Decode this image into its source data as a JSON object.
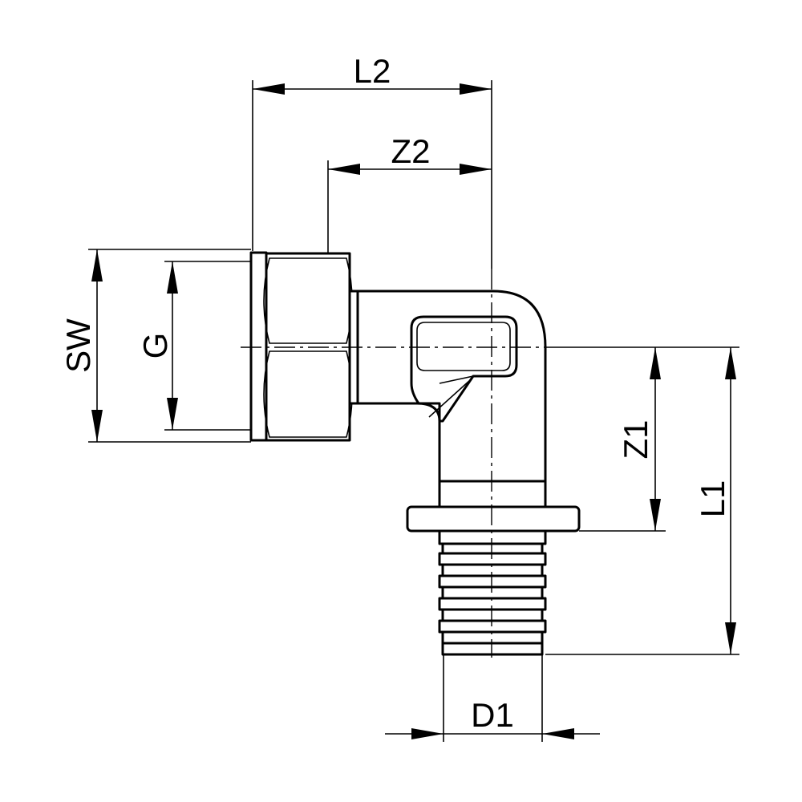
{
  "labels": {
    "L2": "L2",
    "Z2": "Z2",
    "SW": "SW",
    "G": "G",
    "Z1": "Z1",
    "L1": "L1",
    "D1": "D1"
  }
}
